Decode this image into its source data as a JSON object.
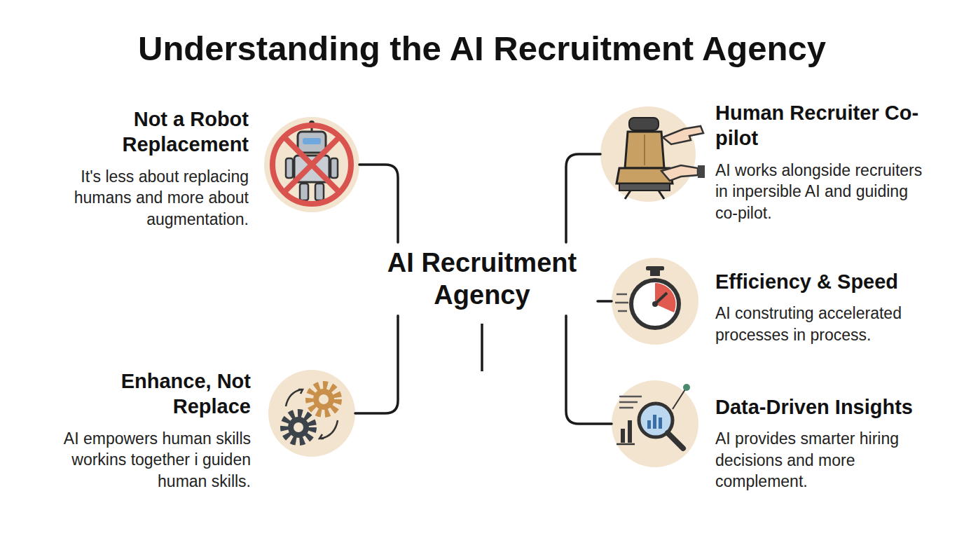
{
  "diagram": {
    "title": "Understanding the AI Recruitment Agency",
    "nodes": [
      {
        "text": [
          "Not a Robot Replacement",
          "It's less about replacing humans and more about augmentation."
        ]
      },
      {
        "text": [
          "Human Recruiter Co-pilot",
          "AI works alongside recruiters in inpersible AI and guiding co-pilot."
        ]
      },
      {
        "text": [
          "AI Recruitment Agency"
        ]
      },
      {
        "text": [
          "Efficiency & Speed",
          "AI construting accelerated processes in process."
        ]
      },
      {
        "text": [
          "Enhance, Not Replace",
          "AI empowers human skills workins together i guiden human skills."
        ]
      },
      {
        "text": [
          "Data-Driven Insights",
          "AI provides smarter hiring decisions and more complement."
        ]
      }
    ],
    "edges": [
      {
        "from": 2,
        "to": 0,
        "arrow": "none"
      },
      {
        "from": 2,
        "to": 1,
        "arrow": "none"
      },
      {
        "from": 2,
        "to": 3,
        "arrow": "none"
      },
      {
        "from": 2,
        "to": 4,
        "arrow": "none"
      },
      {
        "from": 2,
        "to": 5,
        "arrow": "none"
      }
    ]
  }
}
